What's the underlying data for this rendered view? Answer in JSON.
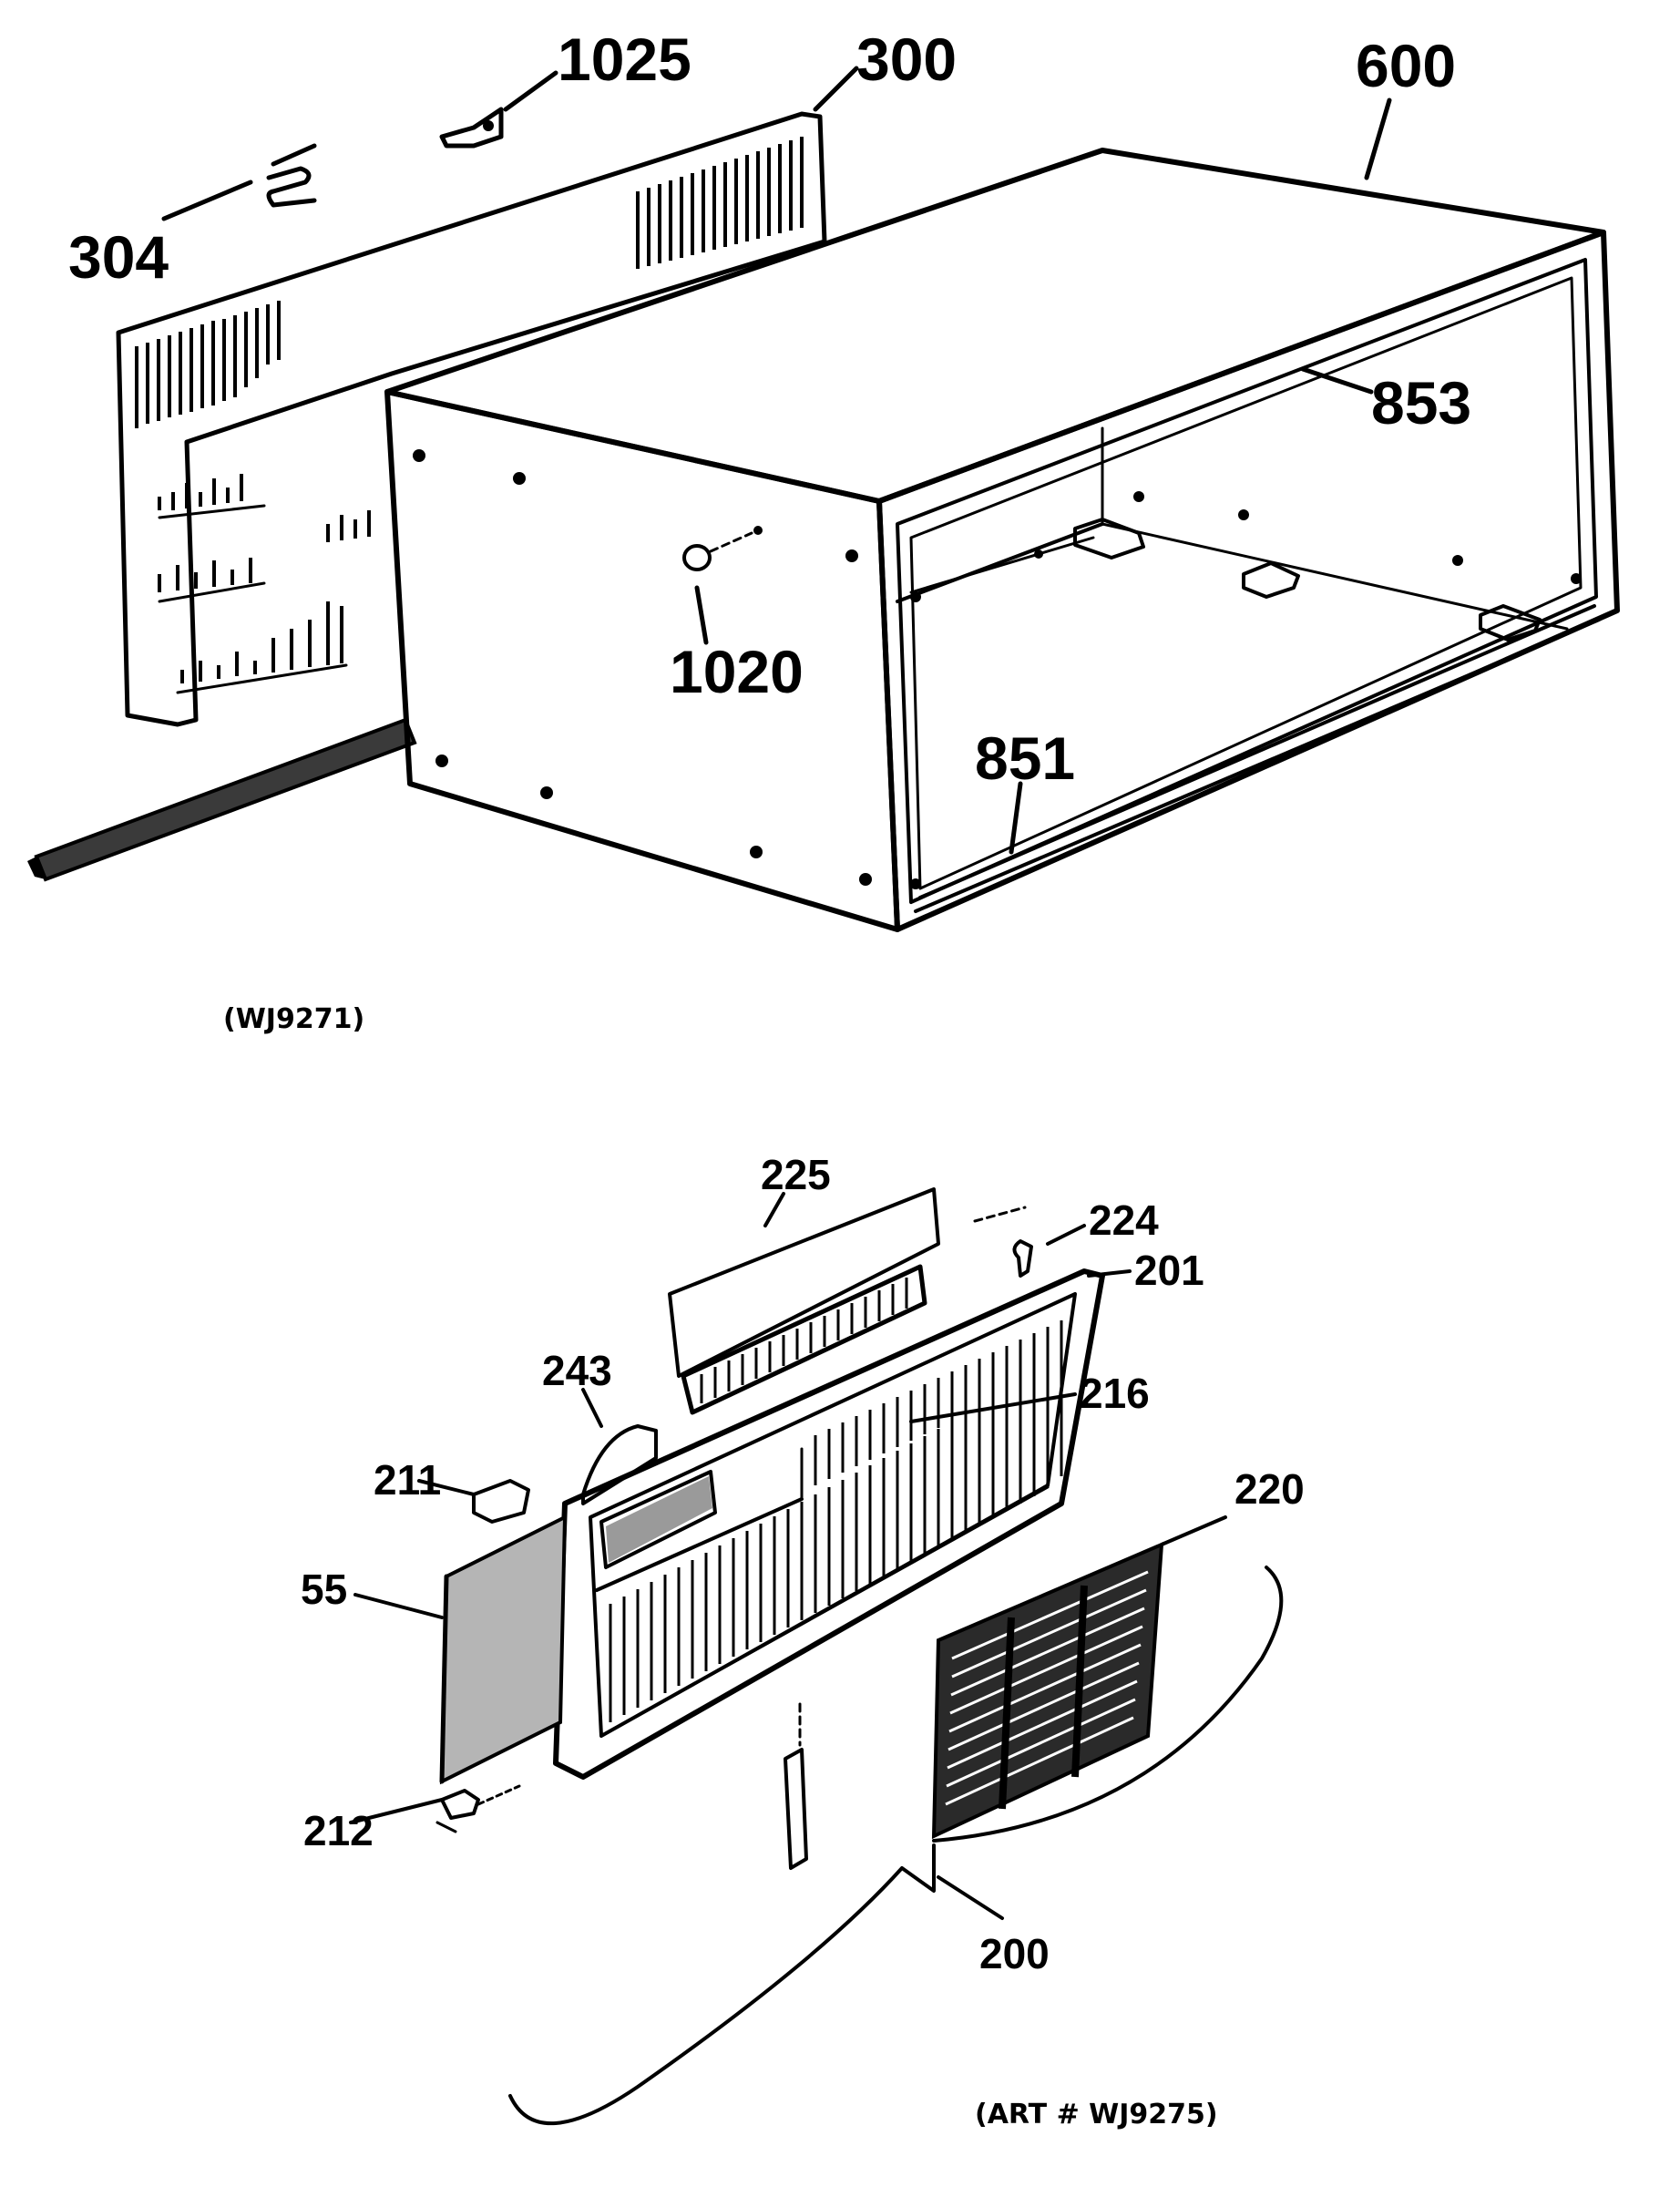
{
  "upper_diagram": {
    "art_number": "(WJ9271)",
    "callouts": {
      "p304": "304",
      "p1025": "1025",
      "p300": "300",
      "p600": "600",
      "p853": "853",
      "p1020": "1020",
      "p851": "851"
    }
  },
  "lower_diagram": {
    "art_number": "(ART # WJ9275)",
    "callouts": {
      "p225": "225",
      "p224": "224",
      "p201": "201",
      "p243": "243",
      "p216": "216",
      "p211": "211",
      "p220": "220",
      "p55": "55",
      "p212": "212",
      "p200": "200"
    }
  }
}
